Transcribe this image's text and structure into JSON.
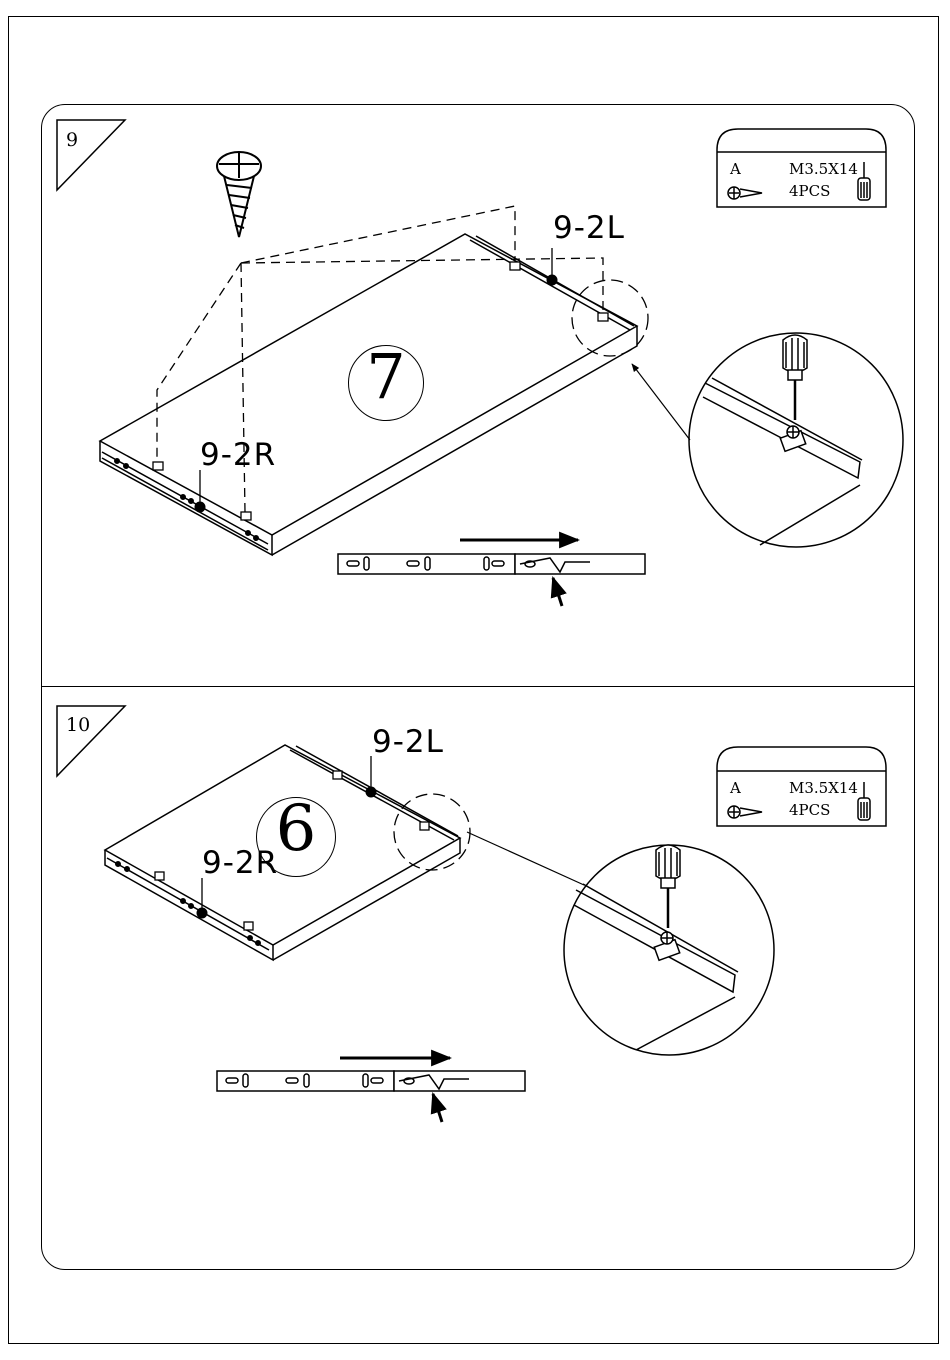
{
  "steps": [
    {
      "number": "9",
      "panel_number": "7",
      "label_left_rail": "9-2L",
      "label_right_rail": "9-2R",
      "hardware": {
        "letter": "A",
        "spec": "M3.5X14",
        "quantity": "4PCS"
      }
    },
    {
      "number": "10",
      "panel_number": "6",
      "label_left_rail": "9-2L",
      "label_right_rail": "9-2R",
      "hardware": {
        "letter": "A",
        "spec": "M3.5X14",
        "quantity": "4PCS"
      }
    }
  ],
  "icons": [
    "screw-icon",
    "screwdriver-icon",
    "arrow-icon"
  ]
}
